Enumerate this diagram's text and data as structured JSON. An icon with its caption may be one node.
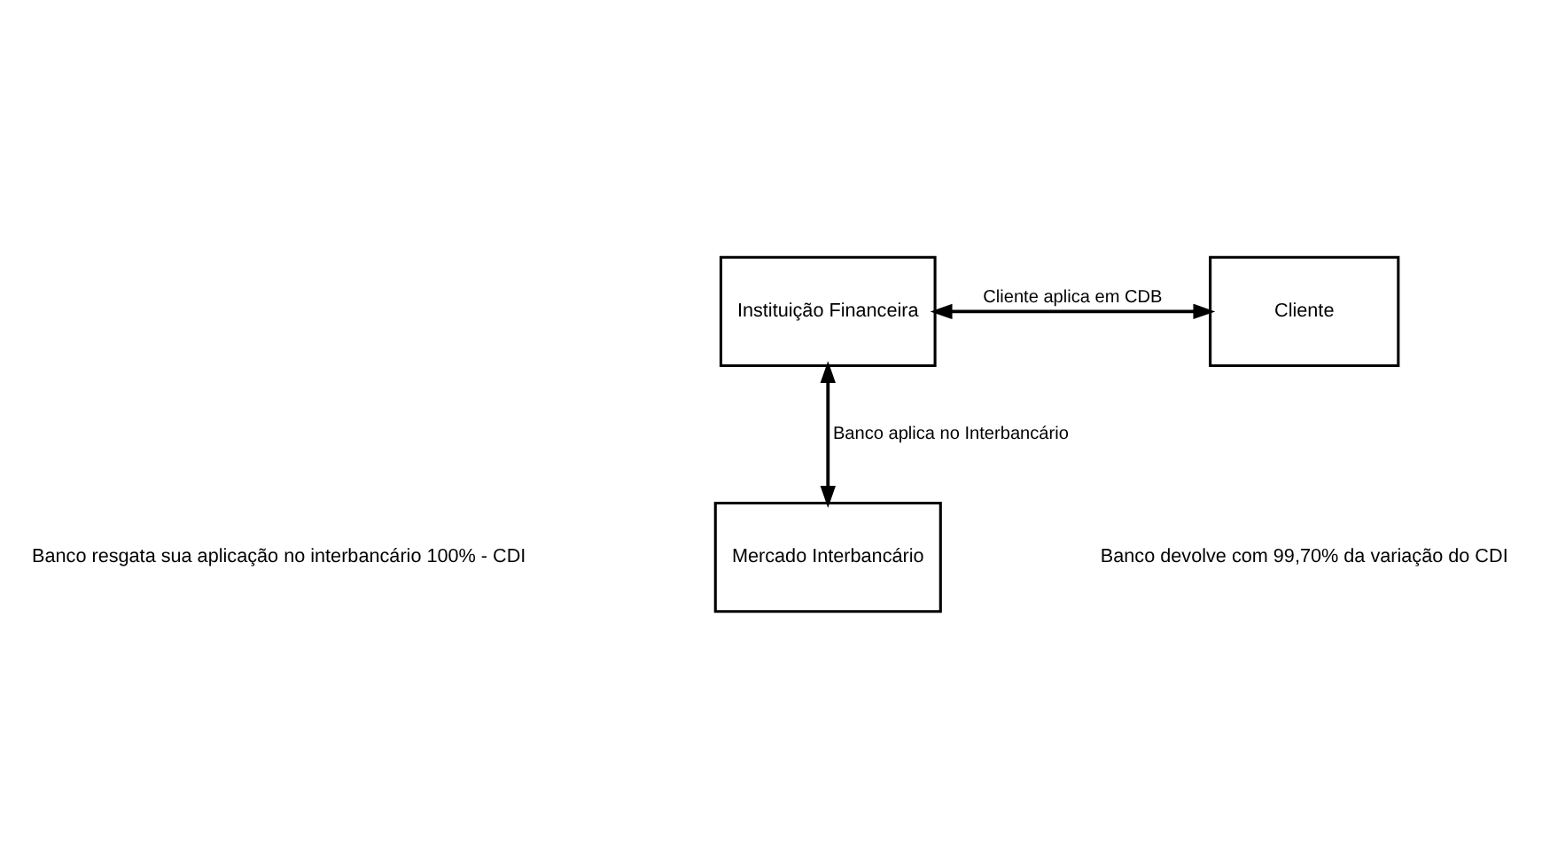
{
  "diagram": {
    "nodes": [
      {
        "text": [
          "Instituição Financeira"
        ]
      },
      {
        "text": [
          "Cliente"
        ]
      },
      {
        "text": [
          "Mercado Interbancário"
        ]
      }
    ],
    "edges": [
      {
        "from": 0,
        "to": 1,
        "arrow": "both",
        "label": "Cliente aplica em CDB"
      },
      {
        "from": 0,
        "to": 2,
        "arrow": "both",
        "label": "Banco aplica no Interbancário"
      }
    ],
    "labels": [
      "Banco devolve com 99,70% da variação do CDI",
      "Banco resgata sua aplicação no interbancário 100% - CDI"
    ]
  }
}
